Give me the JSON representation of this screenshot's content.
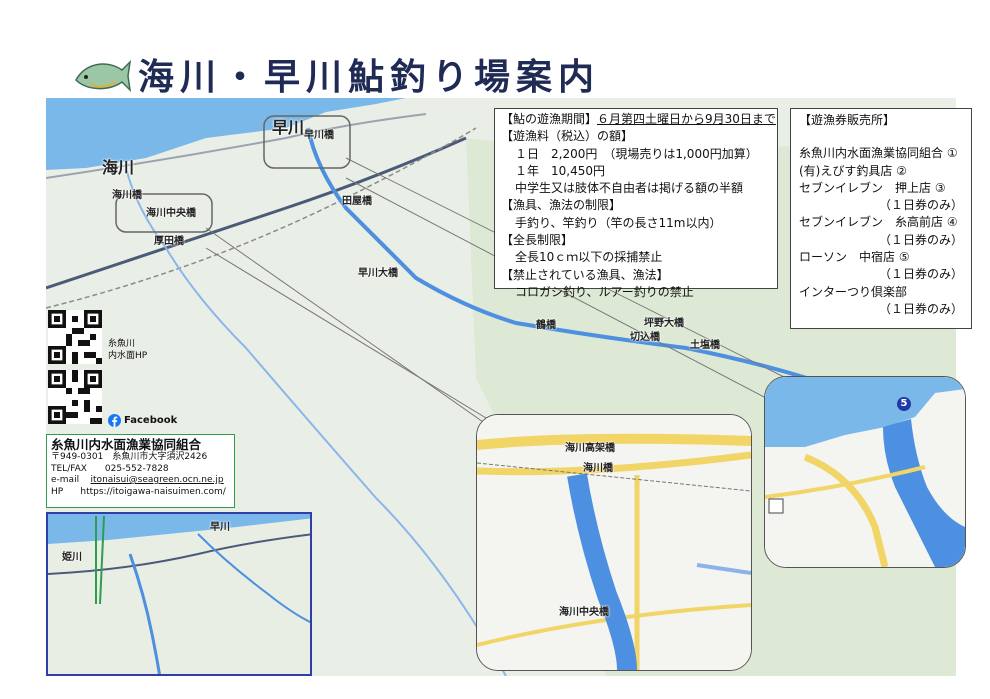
{
  "title": "海川・早川鮎釣り場案内",
  "rules": {
    "season_label": "【鮎の遊漁期間】",
    "season_value": "６月第四土曜日から9月30日まで",
    "fee_label": "【遊漁料（税込）の額】",
    "fee_day": "１日　2,200円　（現場売りは1,000円加算）",
    "fee_year": "１年　10,450円",
    "fee_note": "中学生又は肢体不自由者は掲げる額の半額",
    "gear_label": "【漁具、漁法の制限】",
    "gear_value": "手釣り、竿釣り（竿の長さ11m以内）",
    "length_label": "【全長制限】",
    "length_value": "全長10ｃｍ以下の採捕禁止",
    "banned_label": "【禁止されている漁具、漁法】",
    "banned_value": "コロガシ釣り、ルアー釣りの禁止"
  },
  "sellers": {
    "heading": "【遊漁券販売所】",
    "items": [
      "糸魚川内水面漁業協同組合 ①",
      "(有)えびす釣具店 ②",
      "セブンイレブン　押上店 ③",
      "（１日券のみ）",
      "セブンイレブン　糸高前店 ④",
      "（１日券のみ）",
      "ローソン　中宿店 ⑤",
      "（１日券のみ）",
      "インターつり倶楽部",
      "（１日券のみ）"
    ]
  },
  "qr": {
    "hp_label_1": "糸魚川",
    "hp_label_2": "内水面HP",
    "facebook_label": "Facebook"
  },
  "contact": {
    "org": "糸魚川内水面漁業協同組合",
    "address": "〒949-0301　糸魚川市大字須沢2426",
    "tel": "TEL/FAX　　025-552-7828",
    "email_label": "e-mail",
    "email": "itonaisui@seagreen.ocn.ne.jp",
    "hp_label": "HP",
    "hp_url": "https://itoigawa-naisuimen.com/"
  },
  "map_labels": {
    "umikawa": "海川",
    "hayakawa": "早川",
    "umikawa_bridge": "海川橋",
    "umikawa_chuo": "海川中央橋",
    "atsugi": "厚田橋",
    "hayakawa_bridge": "早川橋",
    "taza": "田屋橋",
    "hayakawa_ohashi": "早川大橋",
    "tsurugi": "鶴橋",
    "tsubono": "坪野大橋",
    "kirikomi": "切込橋",
    "dobashi": "土塩橋"
  },
  "overview_labels": {
    "hayakawa": "早川",
    "himekawa": "姫川"
  },
  "inset_a_labels": {
    "koka": "海川高架橋",
    "umikawa_bridge": "海川橋",
    "chuo": "海川中央橋"
  },
  "inset_b_marker": "5",
  "colors": {
    "sea": "#7ab8ea",
    "river": "#4d8fe0",
    "land": "#e9efe6",
    "road_yellow": "#f2d567",
    "title": "#1f2a55",
    "contact_border": "#2e9e4b",
    "overview_border": "#2f3fa8"
  }
}
